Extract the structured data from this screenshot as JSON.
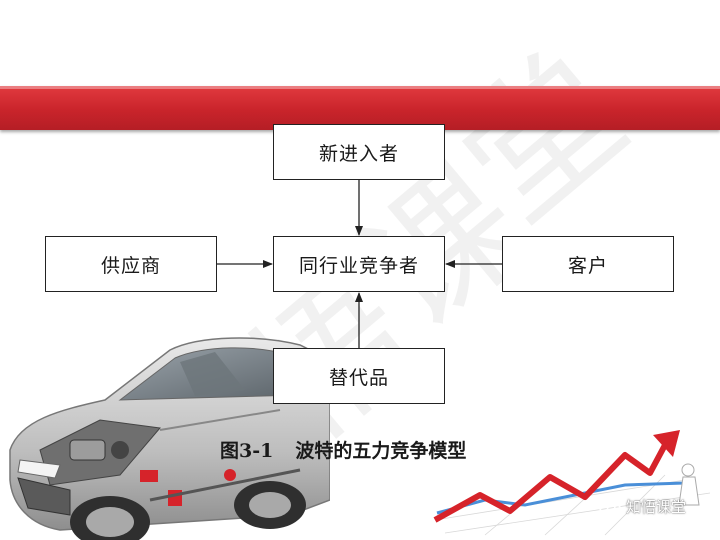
{
  "diagram": {
    "nodes": {
      "new_entrants": "新进入者",
      "industry_competitors": "同行业竞争者",
      "suppliers": "供应商",
      "customers": "客户",
      "substitutes": "替代品"
    },
    "caption_number": "图3-1",
    "caption_title": "波特的五力竞争模型"
  },
  "watermark": {
    "chars": [
      "知",
      "悟",
      "课",
      "堂"
    ],
    "logo_text": "知悟课堂",
    "logo_icon": "wechat-icon"
  },
  "colors": {
    "banner": "#c9242b",
    "arrow_up": "#d6232a",
    "box_border": "#222222"
  }
}
